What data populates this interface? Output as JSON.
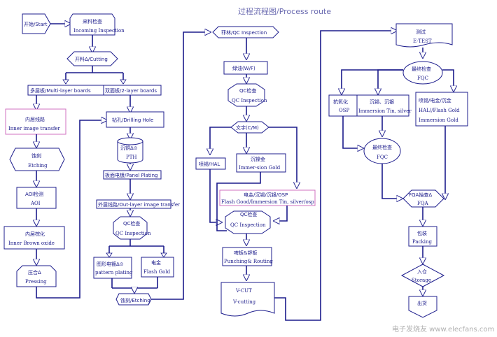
{
  "title": "过程流程图/Process route",
  "steps": {
    "start": "开始/Start",
    "incoming_cn": "来料检查",
    "incoming_en": "Incoming Inspection",
    "cutting": "开料Δ/Cutting",
    "multilayer": "多层板/Multi-layer boards",
    "twolayer": "双面板/2-layer boards",
    "inner_transfer_cn": "内层线路",
    "inner_transfer_en": "Inner image transfer",
    "etching1_cn": "蚀刻",
    "etching1_en": "Etching",
    "aoi_cn": "AOI检测",
    "aoi_en": "AOI",
    "brown_cn": "内层棕化",
    "brown_en": "Inner Brown oxide",
    "pressing_cn": "压合Δ",
    "pressing_en": "Pressing",
    "drilling": "钻孔/Drilling Hole",
    "pth_cn": "沉铜Δ⊙",
    "pth_en": "PTH",
    "panel_plating": "板面电镀/Panel Plating",
    "outer_transfer": "外层线路/Out-layer image transfer",
    "qc1_cn": "QC检查",
    "qc1_en": "QC Inspection",
    "pattern_cn": "图形电镀Δ⊙",
    "pattern_en": "pattern plating",
    "flash1_cn": "电金",
    "flash1_en": "Flash Gold",
    "etching2": "蚀刻/Etching",
    "film_qc": "菲林/QC Inspection",
    "wf": "绿油(W/F)",
    "qc2_cn": "QC检查",
    "qc2_en": "QC Inspection",
    "cm": "文字(C/M)",
    "hal": "喷锡/HAL",
    "imgold_cn": "沉镍金",
    "imgold_en": "Immer-sion Gold",
    "finish_cn": "电金/沉锡/沉银/OSP",
    "finish_en": "Flash Good/Immersion Tin, silver/osp",
    "qc3_cn": "QC检查",
    "qc3_en": "QC Inspection",
    "punch_cn": "啤板&锣板",
    "punch_en": "Punching& Routing",
    "vcut_cn": "V-CUT",
    "vcut_en": "V-cutting",
    "etest_cn": "测试",
    "etest_en": "E-TEST",
    "fqc1_cn": "最终检查",
    "fqc1_en": "FQC",
    "osp_cn": "抗氧化",
    "osp_en": "OSP",
    "tinsilver_cn": "沉锡、沉银",
    "tinsilver_en": "Immersion Tin, silver",
    "hal2_cn": "喷锡/电金/沉金",
    "hal2_en": "HAL//Flash Gold",
    "hal2_en2": "Immersion Gold",
    "fqc2_cn": "最终检查",
    "fqc2_en": "FQC",
    "fqa_cn": "FQA抽查Δ",
    "fqa_en": "FQA",
    "packing_cn": "包装",
    "packing_en": "Packing",
    "storage_cn": "入仓",
    "storage_en": "Storage",
    "ship_cn": "出货"
  },
  "watermark": "电子发烧友  www.elecfans.com"
}
